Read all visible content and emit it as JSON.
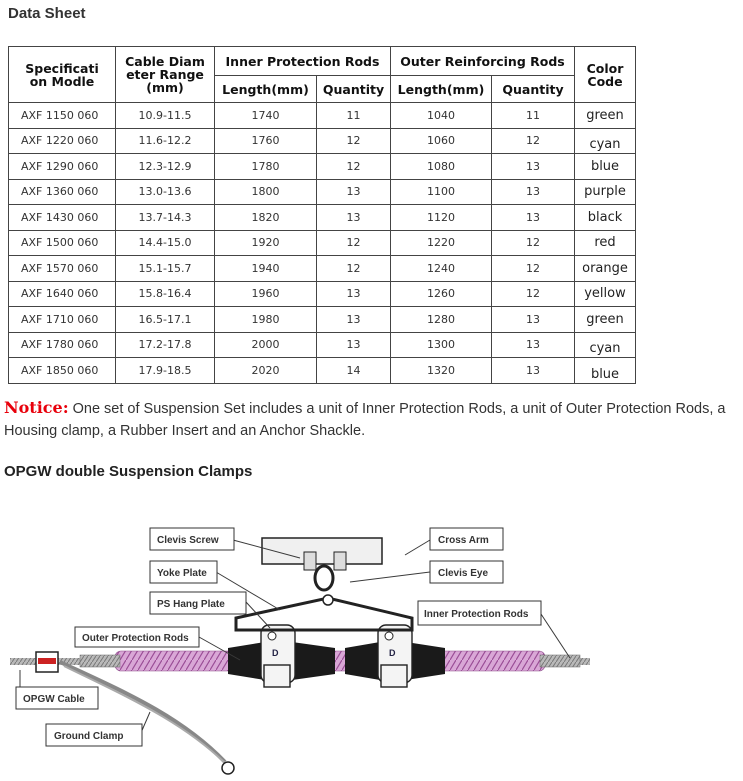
{
  "data_sheet_title": "Data Sheet",
  "table": {
    "headers": {
      "spec_model": "Specification Modle",
      "cable_diameter": "Cable Diameter Range(mm)",
      "inner_rods": "Inner Protection Rods",
      "outer_rods": "Outer Reinforcing Rods",
      "color_code": "Color Code",
      "length": "Length(mm)",
      "quantity": "Quantity"
    },
    "rows": [
      {
        "model": "AXF 1150 060",
        "range": "10.9-11.5",
        "inner_len": "1740",
        "inner_qty": "11",
        "outer_len": "1040",
        "outer_qty": "11",
        "color": "green"
      },
      {
        "model": "AXF 1220 060",
        "range": "11.6-12.2",
        "inner_len": "1760",
        "inner_qty": "12",
        "outer_len": "1060",
        "outer_qty": "12",
        "color": "cyan"
      },
      {
        "model": "AXF 1290 060",
        "range": "12.3-12.9",
        "inner_len": "1780",
        "inner_qty": "12",
        "outer_len": "1080",
        "outer_qty": "13",
        "color": "blue"
      },
      {
        "model": "AXF 1360 060",
        "range": "13.0-13.6",
        "inner_len": "1800",
        "inner_qty": "13",
        "outer_len": "1100",
        "outer_qty": "13",
        "color": "purple"
      },
      {
        "model": "AXF 1430 060",
        "range": "13.7-14.3",
        "inner_len": "1820",
        "inner_qty": "13",
        "outer_len": "1120",
        "outer_qty": "13",
        "color": "black"
      },
      {
        "model": "AXF 1500 060",
        "range": "14.4-15.0",
        "inner_len": "1920",
        "inner_qty": "12",
        "outer_len": "1220",
        "outer_qty": "12",
        "color": "red"
      },
      {
        "model": "AXF 1570 060",
        "range": "15.1-15.7",
        "inner_len": "1940",
        "inner_qty": "12",
        "outer_len": "1240",
        "outer_qty": "12",
        "color": "orange"
      },
      {
        "model": "AXF 1640 060",
        "range": "15.8-16.4",
        "inner_len": "1960",
        "inner_qty": "13",
        "outer_len": "1260",
        "outer_qty": "12",
        "color": "yellow"
      },
      {
        "model": "AXF 1710 060",
        "range": "16.5-17.1",
        "inner_len": "1980",
        "inner_qty": "13",
        "outer_len": "1280",
        "outer_qty": "13",
        "color": "green"
      },
      {
        "model": "AXF 1780 060",
        "range": "17.2-17.8",
        "inner_len": "2000",
        "inner_qty": "13",
        "outer_len": "1300",
        "outer_qty": "13",
        "color": "cyan"
      },
      {
        "model": "AXF 1850 060",
        "range": "17.9-18.5",
        "inner_len": "2020",
        "inner_qty": "14",
        "outer_len": "1320",
        "outer_qty": "13",
        "color": "blue"
      }
    ]
  },
  "notice": {
    "label": "Notice:",
    "text": " One set of Suspension Set includes a unit of Inner Protection Rods, a unit of Outer Protection Rods, a Housing clamp, a Rubber Insert and an Anchor Shackle."
  },
  "clamp_title": "OPGW double Suspension Clamps",
  "diagram_labels": {
    "clevis_screw": "Clevis Screw",
    "yoke_plate": "Yoke Plate",
    "ps_hang_plate": "PS Hang Plate",
    "outer_protection_rods": "Outer Protection Rods",
    "opgw_cable": "OPGW Cable",
    "ground_clamp": "Ground Clamp",
    "cross_arm": "Cross Arm",
    "clevis_eye": "Clevis Eye",
    "inner_protection_rods": "Inner Protection Rods"
  }
}
